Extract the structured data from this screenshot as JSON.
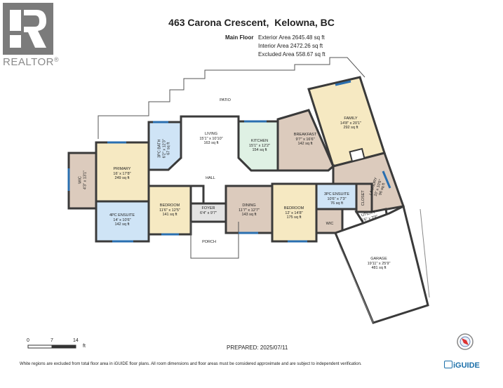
{
  "header": {
    "address": "463 Carona Crescent,",
    "city": "Kelowna, BC"
  },
  "logo": {
    "text": "REALTOR",
    "reg": "®"
  },
  "areas": {
    "label": "Main Floor",
    "exterior": "Exterior Area 2645.48 sq ft",
    "interior": "Interior Area 2472.26 sq ft",
    "excluded": "Excluded Area 558.67 sq ft"
  },
  "rooms": {
    "patio": "PATIO",
    "family": [
      "FAMILY",
      "14'8\" x 20'1\"",
      "292 sq ft"
    ],
    "breakfast": [
      "BREAKFAST",
      "9'7\" x 16'6\"",
      "142 sq ft"
    ],
    "kitchen": [
      "KITCHEN",
      "15'1\" x 12'2\"",
      "154 sq ft"
    ],
    "living": [
      "LIVING",
      "15'1\" x 10'10\"",
      "163 sq ft"
    ],
    "bath3": [
      "3PC BATH",
      "6'2\" x 12'3\"",
      "67 sq ft"
    ],
    "primary": [
      "PRIMARY",
      "16' x 17'8\"",
      "249 sq ft"
    ],
    "wic_left": [
      "WIC",
      "4'3\" x 13'1\""
    ],
    "ensuite4": [
      "4PC ENSUITE",
      "14' x 10'6\"",
      "142 sq ft"
    ],
    "bedroom1": [
      "BEDROOM",
      "11'6\" x 12'5\"",
      "141 sq ft"
    ],
    "hall": "HALL",
    "foyer": [
      "FOYER",
      "6'4\" x 9'7\""
    ],
    "porch": "PORCH",
    "dining": [
      "DINING",
      "11'7\" x 12'7\"",
      "143 sq ft"
    ],
    "bedroom2": [
      "BEDROOM",
      "12' x 14'8\"",
      "175 sq ft"
    ],
    "ensuite3": [
      "3PC ENSUITE",
      "10'6\" x 7'3\"",
      "76 sq ft"
    ],
    "wic_right": "WIC",
    "closet": "CLOSET",
    "laundry": [
      "LAUNDRY",
      "10' x 10'6\"",
      "96 sq ft"
    ],
    "utility": [
      "UTILITY",
      "6'6\" x 3'9\""
    ],
    "garage": [
      "GARAGE",
      "19'11\" x 25'9\"",
      "481 sq ft"
    ]
  },
  "scale": {
    "ticks": [
      "0",
      "7",
      "14"
    ],
    "unit": "ft"
  },
  "prepared": "PREPARED: 2025/07/11",
  "footer": "White regions are excluded from total floor area in iGUIDE floor plans. All room dimensions and floor areas must be considered approximate and are subject to independent verification.",
  "brand": "iGUIDE",
  "colors": {
    "primary": "#f6e9c2",
    "ensuite": "#cfe4f6",
    "kitchen": "#dff1e4",
    "breakfast": "#dccbbd",
    "family": "#f6e9c2",
    "hall": "#ffffff",
    "dining": "#dccbbd",
    "laundry": "#dccbbd",
    "wall": "#3a3a3a",
    "window": "#2a6fb0"
  }
}
